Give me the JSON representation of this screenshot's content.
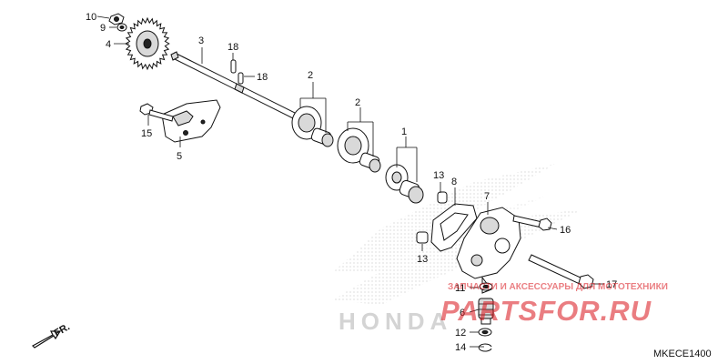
{
  "diagram": {
    "code": "MKECE1400",
    "front_indicator": "FR.",
    "callouts": {
      "c1": "1",
      "c2a": "2",
      "c2b": "2",
      "c3": "3",
      "c4": "4",
      "c5": "5",
      "c6": "6",
      "c7": "7",
      "c8": "8",
      "c9": "9",
      "c10": "10",
      "c11": "11",
      "c12": "12",
      "c13a": "13",
      "c13b": "13",
      "c14": "14",
      "c15": "15",
      "c16": "16",
      "c17": "17",
      "c18a": "18",
      "c18b": "18"
    },
    "parts_icons": [
      "gear",
      "shaft",
      "pin",
      "plate",
      "bolt",
      "rotor",
      "cover",
      "filter",
      "washer",
      "clip",
      "honda-wing-logo"
    ]
  },
  "watermark": {
    "tagline": "ЗАПЧАСТИ И АКСЕССУАРЫ ДЛЯ МОТОТЕХНИКИ",
    "brand": "PARTSFOR.RU",
    "logo_text": "HONDA",
    "colors": {
      "red": "#d9141b",
      "red_light": "#f2b3b3",
      "logo_gray": "#cfcfcf"
    }
  }
}
